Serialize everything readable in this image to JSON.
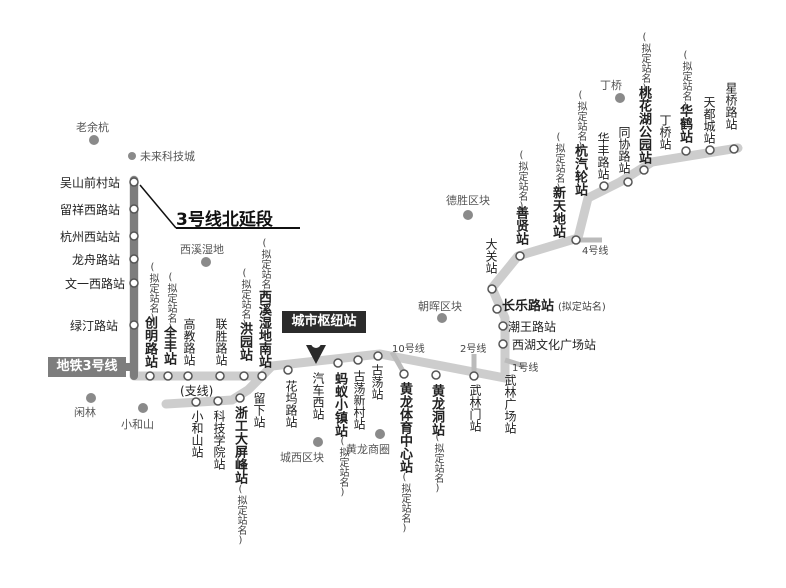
{
  "title": "3号线北延段",
  "line3_label": "地铁3号线",
  "hub_label": "城市枢纽站",
  "line_labels": {
    "l10": "10号线",
    "l2": "2号线",
    "l1": "1号线",
    "l4": "4号线"
  },
  "landmarks": {
    "laoyuhang": "老余杭",
    "future_city": "未来科技城",
    "xixi": "西溪湿地",
    "xianlin": "闲林",
    "xiaoheshan": "小和山",
    "chengxi": "城西区块",
    "huanglong": "黄龙商圈",
    "chaohui": "朝晖区块",
    "desheng": "德胜区块",
    "dingqiao_area": "丁桥"
  },
  "stations": {
    "wushan": "吴山前村站",
    "liuxiang": "留祥西路站",
    "hangzhou_west": "杭州西站站",
    "longzhou": "龙舟路站",
    "wenyi_west": "文一西路站",
    "lvting": "绿汀路站",
    "chuangming": "创明路站",
    "quanfeng": "全丰站",
    "gaojiao": "高教路站",
    "lianxin": "联胜路站",
    "hongyuan": "洪园站",
    "xixi_south": "西溪湿地南站",
    "liuxia": "留下站",
    "zhegong": "浙工大屏峰站",
    "kejixueyuan": "科技学院站",
    "xiaoheshan_st": "小和山站",
    "zhixian": "(支线)",
    "huawu": "花坞路站",
    "qiche_west": "汽车西站",
    "mayi": "蚂蚁小镇站",
    "gudang_new": "古荡新村站",
    "gudang": "古荡站",
    "huanglong_sport": "黄龙体育中心站",
    "huanglongdong": "黄龙洞站",
    "wulinmen": "武林门站",
    "wulin_square": "武林广场站",
    "xihu_culture": "西湖文化广场站",
    "chaowang": "潮王路站",
    "changle": "长乐路站",
    "daguan": "大关站",
    "shanxian": "善贤站",
    "xintiandi": "新天地站",
    "hangqilun": "杭汽轮站",
    "huafeng": "华丰路站",
    "tongxie": "同协路站",
    "taohuahu": "桃花湖公园站",
    "dingqiao": "丁桥站",
    "huahe": "华鹤站",
    "tiandu": "天都城站",
    "xingqiao": "星桥路站"
  },
  "notes": {
    "planned": "(拟定站名)",
    "planned_inline": "(拟定站名)"
  },
  "colors": {
    "route": "#cdcdcd",
    "line3": "#7d7d7d",
    "hub": "#2b2b2b",
    "dot": "#8a8a8a"
  }
}
